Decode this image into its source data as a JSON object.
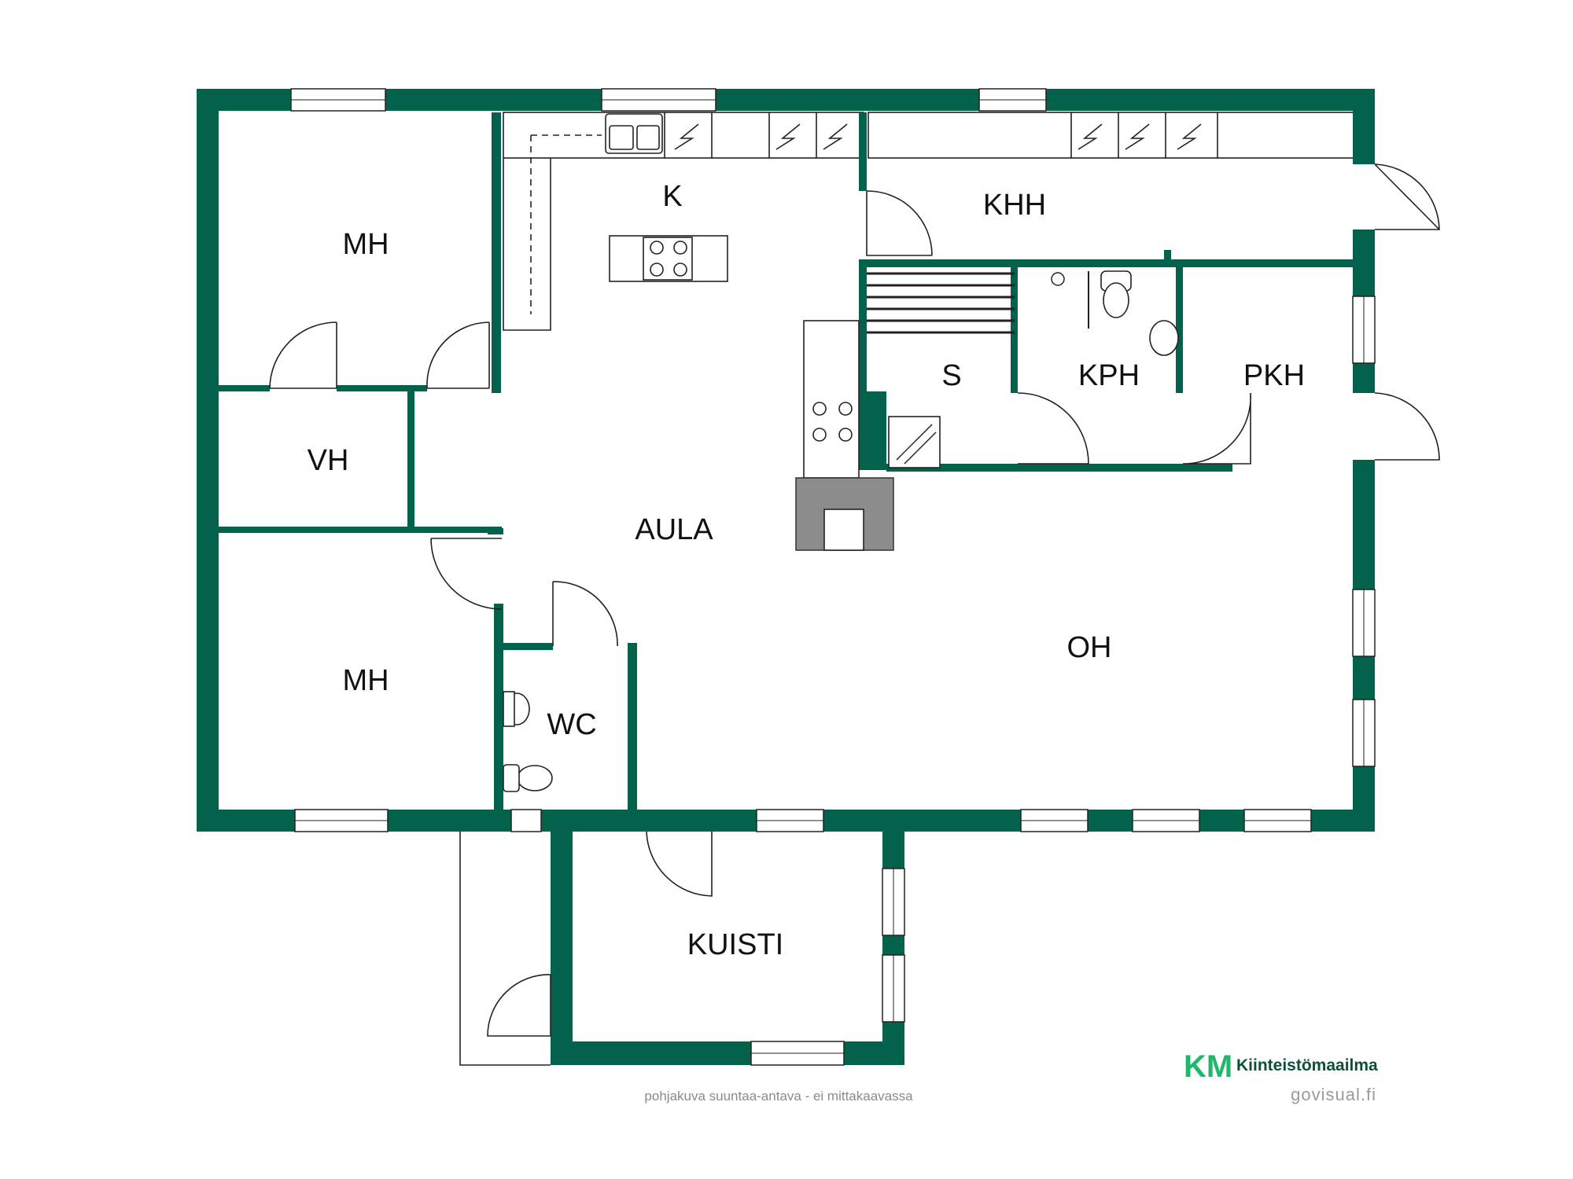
{
  "colors": {
    "wall": "#03624c",
    "brand_green": "#1fb86a",
    "brand_dark": "#0d4f3c",
    "text": "#111111",
    "note": "#8a8a8a"
  },
  "rooms": {
    "mh_top": "MH",
    "k": "K",
    "khh": "KHH",
    "vh": "VH",
    "s": "S",
    "kph": "KPH",
    "pkh": "PKH",
    "aula": "AULA",
    "oh": "OH",
    "mh_bottom": "MH",
    "wc": "WC",
    "kuisti": "KUISTI"
  },
  "logo": {
    "mark": "KM",
    "name": "Kiinteistömaailma"
  },
  "footer": {
    "disclaimer": "pohjakuva suuntaa-antava - ei mittakaavassa",
    "credit": "govisual.fi"
  }
}
